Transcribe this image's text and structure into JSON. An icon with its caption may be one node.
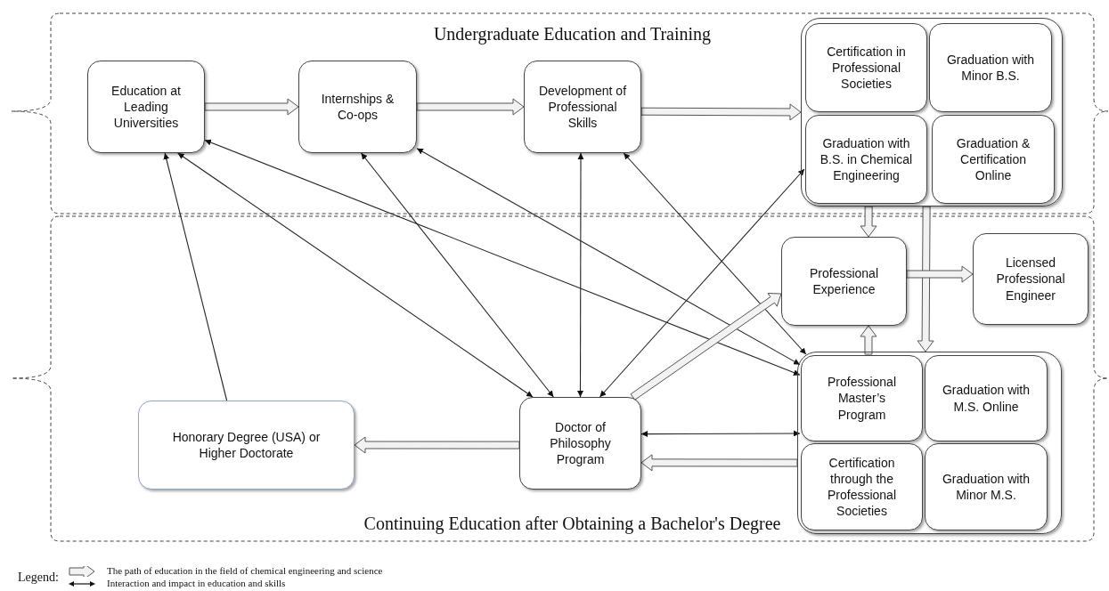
{
  "diagram": {
    "nodes": [
      {
        "text": [
          "Undergraduate Education and Training"
        ]
      },
      {
        "text": [
          "Continuing Education after Obtaining a Bachelor's Degree"
        ]
      },
      {
        "text": [
          "Education at Leading Universities"
        ],
        "in": 0
      },
      {
        "text": [
          "Internships & Co-ops"
        ],
        "in": 0
      },
      {
        "text": [
          "Development of Professional Skills"
        ],
        "in": 0
      },
      {
        "text": [],
        "shape": "box",
        "in": 0
      },
      {
        "text": [
          "Certification in Professional Societies"
        ],
        "in": 5
      },
      {
        "text": [
          "Graduation with Minor B.S."
        ],
        "in": 5
      },
      {
        "text": [
          "Graduation with B.S. in Chemical Engineering"
        ],
        "in": 5
      },
      {
        "text": [
          "Graduation & Certification Online"
        ],
        "in": 5
      },
      {
        "text": [
          "Professional Experience"
        ],
        "in": 1
      },
      {
        "text": [
          "Licensed Professional Engineer"
        ],
        "in": 1
      },
      {
        "text": [],
        "shape": "box",
        "in": 1
      },
      {
        "text": [
          "Professional Master’s Program"
        ],
        "in": 12
      },
      {
        "text": [
          "Graduation with M.S. Online"
        ],
        "in": 12
      },
      {
        "text": [
          "Certification through the Professional Societies"
        ],
        "in": 12
      },
      {
        "text": [
          "Graduation with Minor M.S."
        ],
        "in": 12
      },
      {
        "text": [
          "Doctor of Philosophy Program"
        ],
        "in": 1
      },
      {
        "text": [
          "Honorary Degree (USA) or Higher Doctorate"
        ],
        "in": 1
      }
    ],
    "edges": [
      {
        "from": 2,
        "to": 3,
        "arrow": "to",
        "style": "thick"
      },
      {
        "from": 3,
        "to": 4,
        "arrow": "to",
        "style": "thick"
      },
      {
        "from": 4,
        "to": 5,
        "arrow": "to",
        "style": "thick"
      },
      {
        "from": 5,
        "to": 10,
        "arrow": "to",
        "style": "thick"
      },
      {
        "from": 5,
        "to": 12,
        "arrow": "to",
        "style": "thick"
      },
      {
        "from": 10,
        "to": 11,
        "arrow": "to",
        "style": "thick"
      },
      {
        "from": 13,
        "to": 10,
        "arrow": "to",
        "style": "thick"
      },
      {
        "from": 17,
        "to": 10,
        "arrow": "to",
        "style": "thick"
      },
      {
        "from": 12,
        "to": 17,
        "arrow": "to",
        "style": "thick"
      },
      {
        "from": 17,
        "to": 18,
        "arrow": "to",
        "style": "thick"
      },
      {
        "from": 18,
        "to": 2,
        "arrow": "to"
      },
      {
        "from": 2,
        "to": 17,
        "arrow": "both"
      },
      {
        "from": 2,
        "to": 13,
        "arrow": "both"
      },
      {
        "from": 3,
        "to": 17,
        "arrow": "both"
      },
      {
        "from": 3,
        "to": 13,
        "arrow": "both"
      },
      {
        "from": 4,
        "to": 17,
        "arrow": "both"
      },
      {
        "from": 4,
        "to": 13,
        "arrow": "both"
      },
      {
        "from": 17,
        "to": 8,
        "arrow": "both"
      },
      {
        "from": 17,
        "to": 13,
        "arrow": "both"
      }
    ],
    "labels": [
      "Legend:"
    ],
    "legend": [
      {
        "text": "The path of education in the field of chemical engineering and science"
      },
      {
        "text": "Interaction and impact in education and skills"
      }
    ]
  }
}
